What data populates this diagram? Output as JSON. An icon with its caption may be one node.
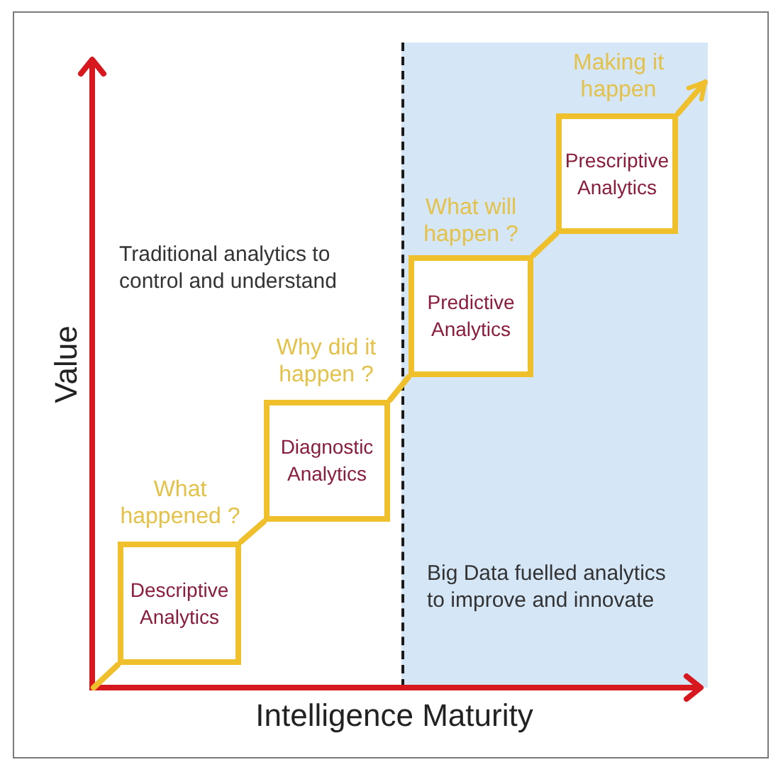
{
  "diagram": {
    "nodes": [
      {
        "text": [
          "Descriptive Analytics"
        ],
        "beside": [
          "What happened ?"
        ]
      },
      {
        "text": [
          "Diagnostic Analytics"
        ],
        "beside": [
          "Why did it happen ?"
        ]
      },
      {
        "text": [
          "Big Data fuelled analytics to improve and innovate"
        ]
      },
      {
        "text": [
          "Predictive Analytics"
        ],
        "in": 2,
        "beside": [
          "What will happen ?"
        ]
      },
      {
        "text": [
          "Prescriptive Analytics"
        ],
        "in": 2,
        "beside": [
          "Making it happen"
        ]
      }
    ],
    "edges": [
      {
        "from": null,
        "to": 0,
        "arrow": "none"
      },
      {
        "from": 0,
        "to": 1,
        "arrow": "none"
      },
      {
        "from": 1,
        "to": 3,
        "arrow": "none"
      },
      {
        "from": 3,
        "to": 4,
        "arrow": "none"
      },
      {
        "from": 4,
        "to": null,
        "arrow": "to"
      }
    ],
    "labels": [
      "Traditional analytics to control and understand",
      "Value",
      "Intelligence Maturity"
    ]
  }
}
